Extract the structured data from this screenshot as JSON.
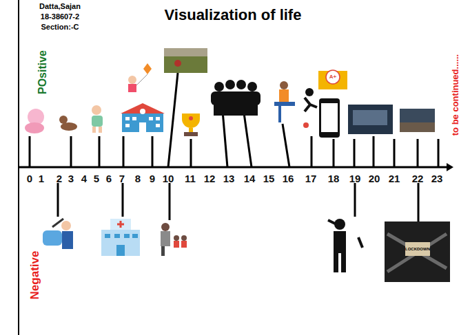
{
  "diagram": {
    "title": "Visualization of life",
    "labels": [
      "Datta,Sajan",
      "18-38607-2",
      "Section:-C",
      "POsitive",
      "to be continued......",
      "A+",
      "0",
      "1",
      "2",
      "3",
      "4",
      "5",
      "6",
      "7",
      "8",
      "9",
      "10",
      "11",
      "12",
      "13",
      "14",
      "15",
      "16",
      "17",
      "18",
      "19",
      "20",
      "21",
      "22",
      "23",
      "Negative",
      "LOCKDOWN"
    ]
  }
}
